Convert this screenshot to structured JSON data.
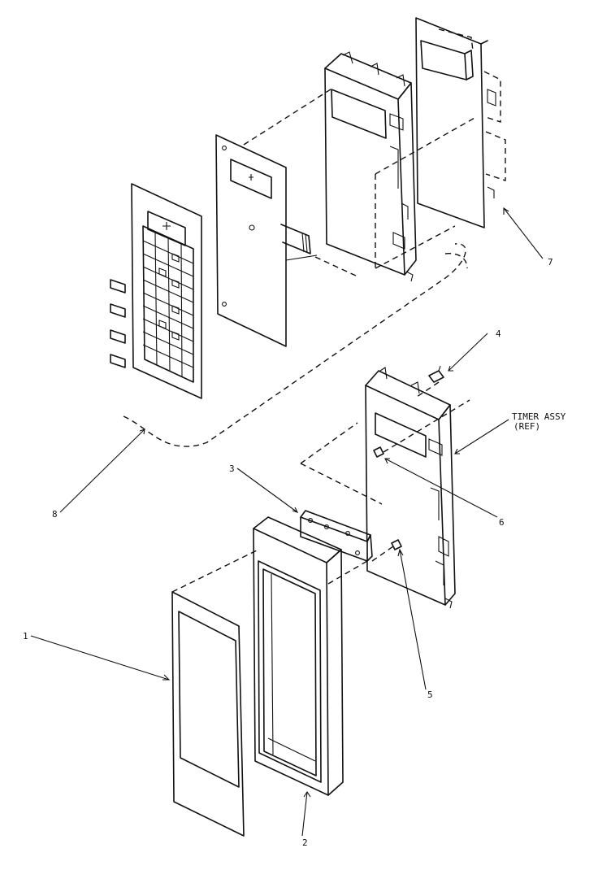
{
  "callouts": {
    "part1": "1",
    "part2": "2",
    "part3": "3",
    "part4": "4",
    "part5": "5",
    "part6": "6",
    "part7": "7",
    "part8": "8"
  },
  "timer_assy": {
    "line1": "TIMER ASSY",
    "line2": "(REF)"
  }
}
